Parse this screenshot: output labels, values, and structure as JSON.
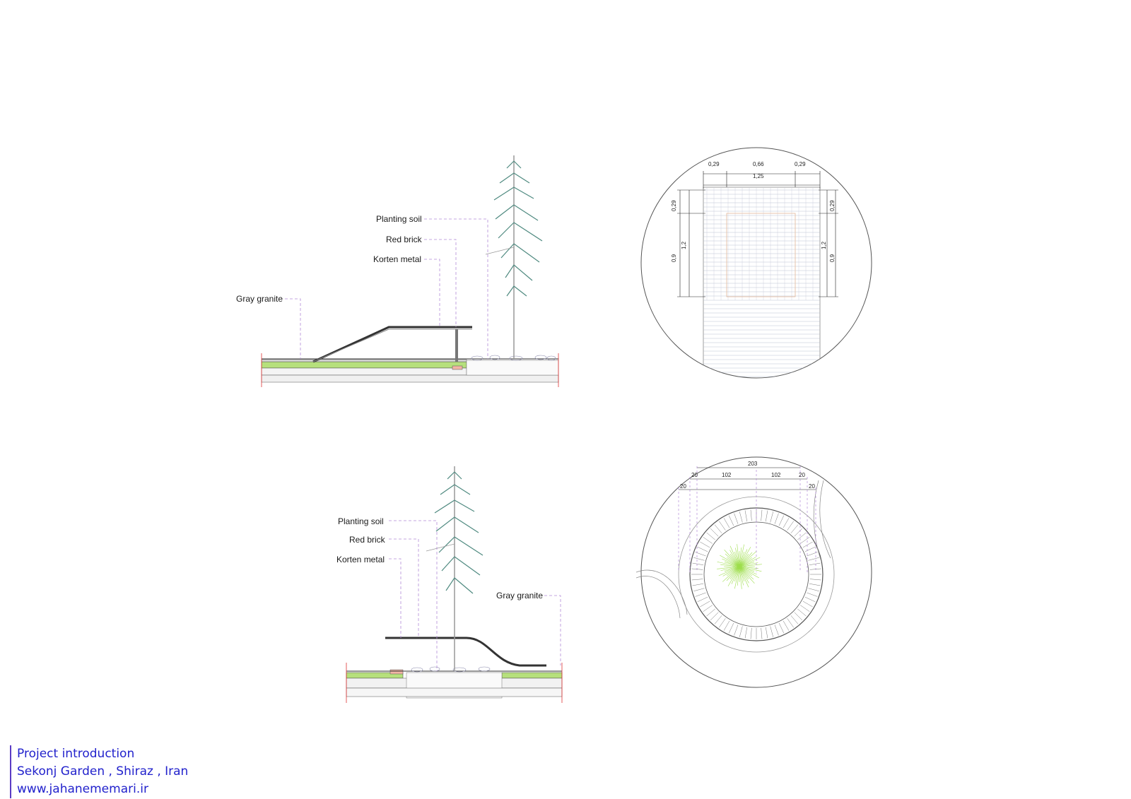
{
  "section_top": {
    "labels": {
      "planting_soil": "Planting soil",
      "red_brick": "Red brick",
      "korten_metal": "Korten metal",
      "gray_granite": "Gray granite"
    }
  },
  "section_bottom": {
    "labels": {
      "planting_soil": "Planting soil",
      "red_brick": "Red brick",
      "korten_metal": "Korten metal",
      "gray_granite": "Gray granite"
    }
  },
  "plan_top": {
    "dims": {
      "top_left": "0,29",
      "top_mid": "0,66",
      "top_right": "0,29",
      "top_total": "1,25",
      "left_upper": "0,29",
      "left_lower": "0,9",
      "left_total": "1,2",
      "right_upper": "0,29",
      "right_lower": "0,9",
      "right_total": "1,2"
    }
  },
  "plan_bottom": {
    "dims": {
      "total": "203",
      "left_half": "102",
      "right_half": "102",
      "left_inner": "20",
      "right_inner": "20",
      "left_outer": "20",
      "right_outer": "20"
    }
  },
  "colors": {
    "green_layer": "#b6e07c",
    "brick": "#f2b5a5",
    "dim_purple": "#b28ad8",
    "tree": "#4f8a80",
    "footer_text": "#2222cc"
  },
  "footer": {
    "line1": "Project introduction",
    "line2": "Sekonj Garden , Shiraz , Iran",
    "line3": "www.jahanememari.ir"
  }
}
